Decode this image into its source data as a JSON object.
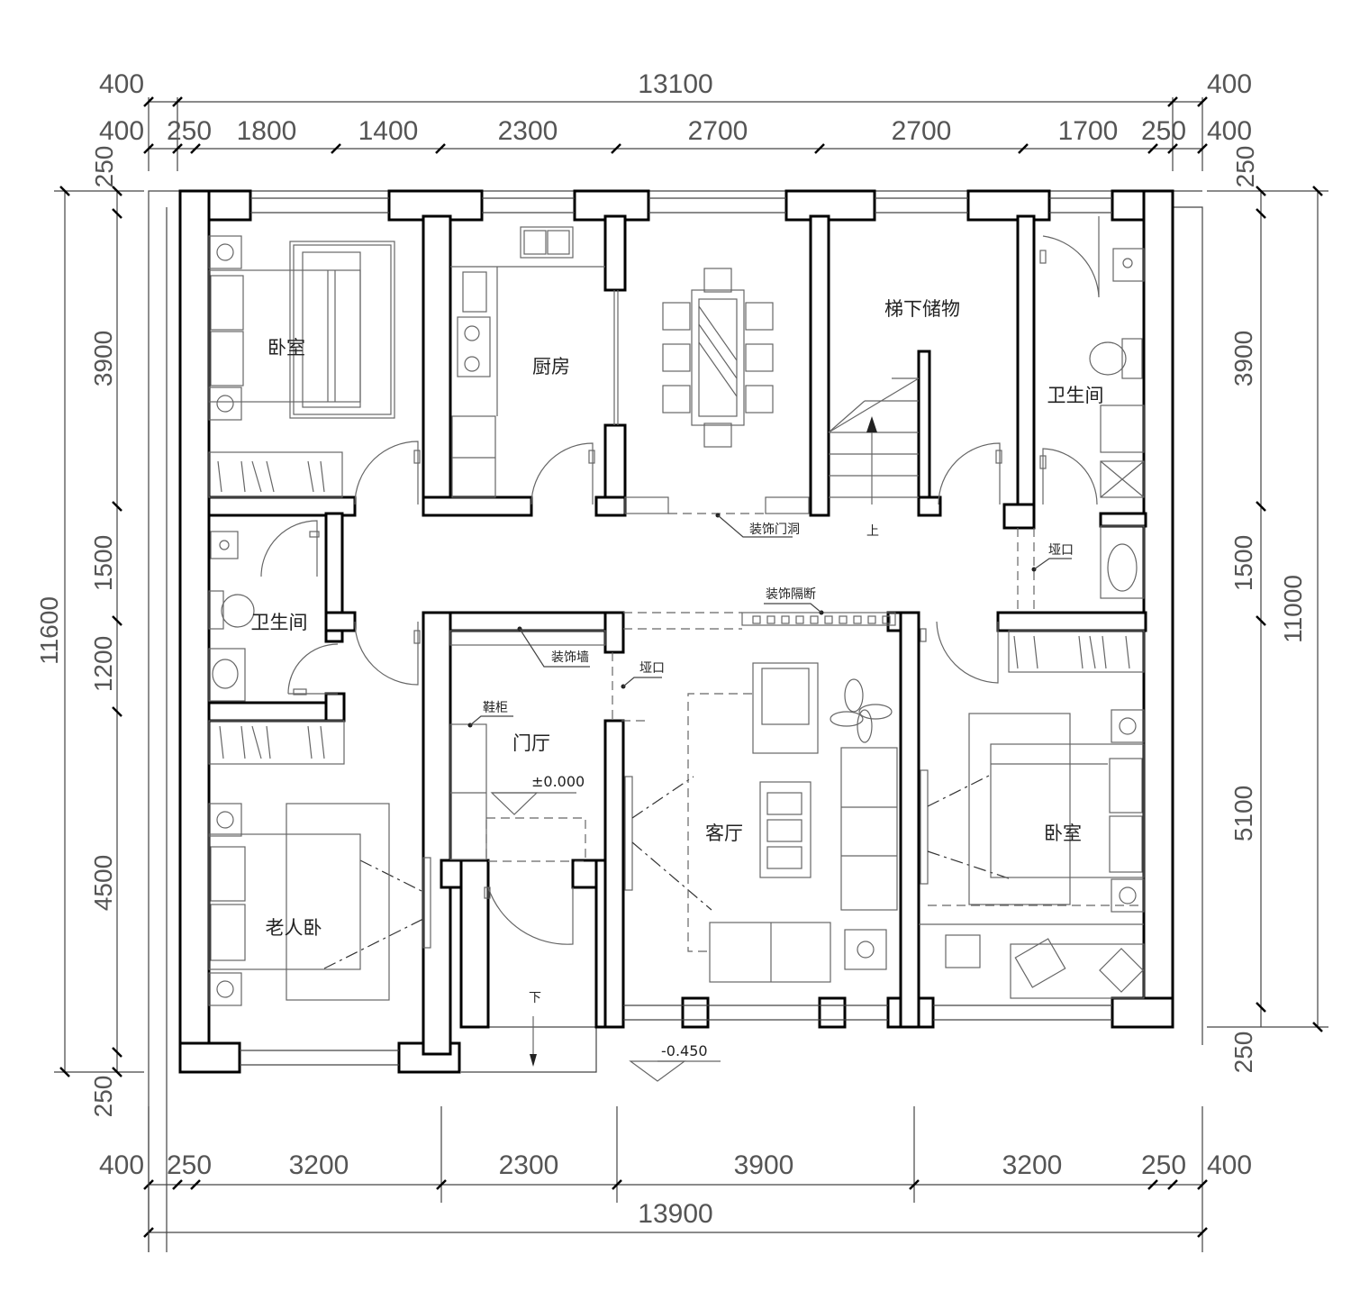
{
  "dims": {
    "top_overall": "13100",
    "top_left_outer": "400",
    "top_right_outer": "400",
    "top_segments": [
      "400",
      "250",
      "1800",
      "1400",
      "2300",
      "2700",
      "2700",
      "1700",
      "250",
      "400"
    ],
    "top_left_vertical": "250",
    "top_right_vertical": "250",
    "bottom_segments": [
      "400",
      "250",
      "3200",
      "2300",
      "3900",
      "3200",
      "250",
      "400"
    ],
    "bottom_overall": "13900",
    "left_overall": "11600",
    "left_segments": [
      "3900",
      "1500",
      "1200",
      "4500"
    ],
    "left_bottom": "250",
    "right_overall": "11000",
    "right_segments": [
      "3900",
      "1500",
      "5100"
    ],
    "right_bottom": "250"
  },
  "rooms": {
    "bedroom_nw": "卧室",
    "kitchen": "厨房",
    "storage": "梯下储物",
    "bath_ne": "卫生间",
    "bath_w": "卫生间",
    "foyer": "门厅",
    "living": "客厅",
    "elder_bedroom": "老人卧",
    "bedroom_se": "卧室"
  },
  "notes": {
    "deco_opening": "装饰门洞",
    "arch_east": "垭口",
    "deco_partition": "装饰隔断",
    "deco_wall": "装饰墙",
    "arch_living": "垭口",
    "shoe_cabinet": "鞋柜",
    "stair_up": "上",
    "stair_down": "下"
  },
  "levels": {
    "floor": "±0.000",
    "outside": "-0.450"
  }
}
